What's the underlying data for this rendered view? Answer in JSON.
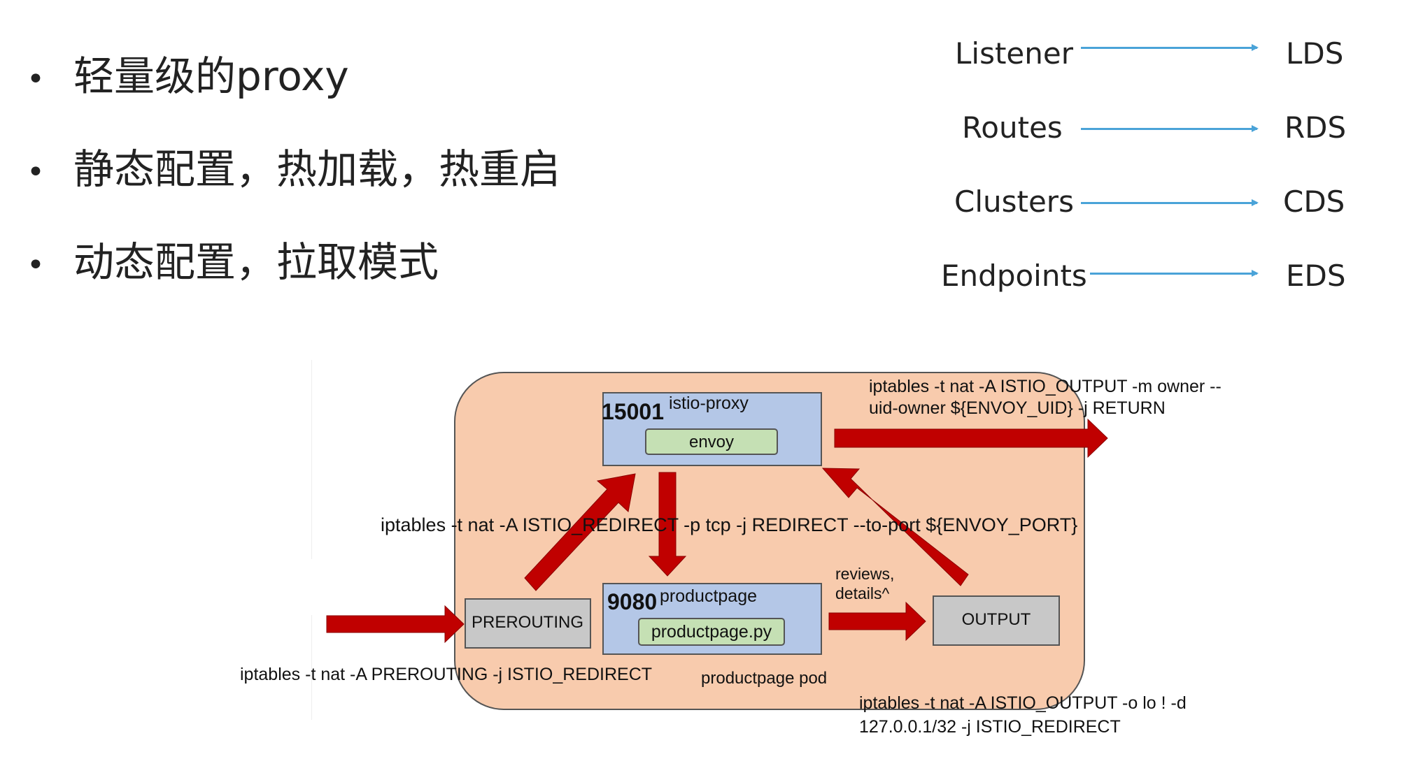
{
  "bullets": [
    {
      "text": "轻量级的proxy"
    },
    {
      "text": "静态配置，热加载，热重启"
    },
    {
      "text": "动态配置，拉取模式"
    }
  ],
  "mapping": [
    {
      "left": "Listener",
      "right": "LDS"
    },
    {
      "left": "Routes",
      "right": "RDS"
    },
    {
      "left": "Clusters",
      "right": "CDS"
    },
    {
      "left": "Endpoints",
      "right": "EDS"
    }
  ],
  "diagram": {
    "pod_label": "productpage pod",
    "proxy_box": {
      "port": "15001",
      "name": "istio-proxy",
      "inner": "envoy"
    },
    "app_box": {
      "port": "9080",
      "name": "productpage",
      "inner": "productpage.py"
    },
    "prerouting": "PREROUTING",
    "output": "OUTPUT",
    "arrow_note": "reviews, details^",
    "rule_output_owner_line1": "iptables -t nat -A ISTIO_OUTPUT -m owner --",
    "rule_output_owner_line2": "uid-owner ${ENVOY_UID} -j RETURN",
    "rule_redirect": "iptables -t nat -A ISTIO_REDIRECT -p tcp -j REDIRECT --to-port ${ENVOY_PORT}",
    "rule_prerouting": "iptables -t nat -A PREROUTING -j ISTIO_REDIRECT",
    "rule_output_lo_line1": "iptables -t nat -A ISTIO_OUTPUT -o lo ! -d",
    "rule_output_lo_line2": "127.0.0.1/32 -j ISTIO_REDIRECT",
    "colors": {
      "pod_fill": "#f8cbad",
      "box_fill": "#b4c7e7",
      "inner_fill": "#c5e0b4",
      "gray_fill": "#c8c8c8",
      "arrow": "#c00000",
      "link_arrow": "#4aa3d8"
    }
  }
}
